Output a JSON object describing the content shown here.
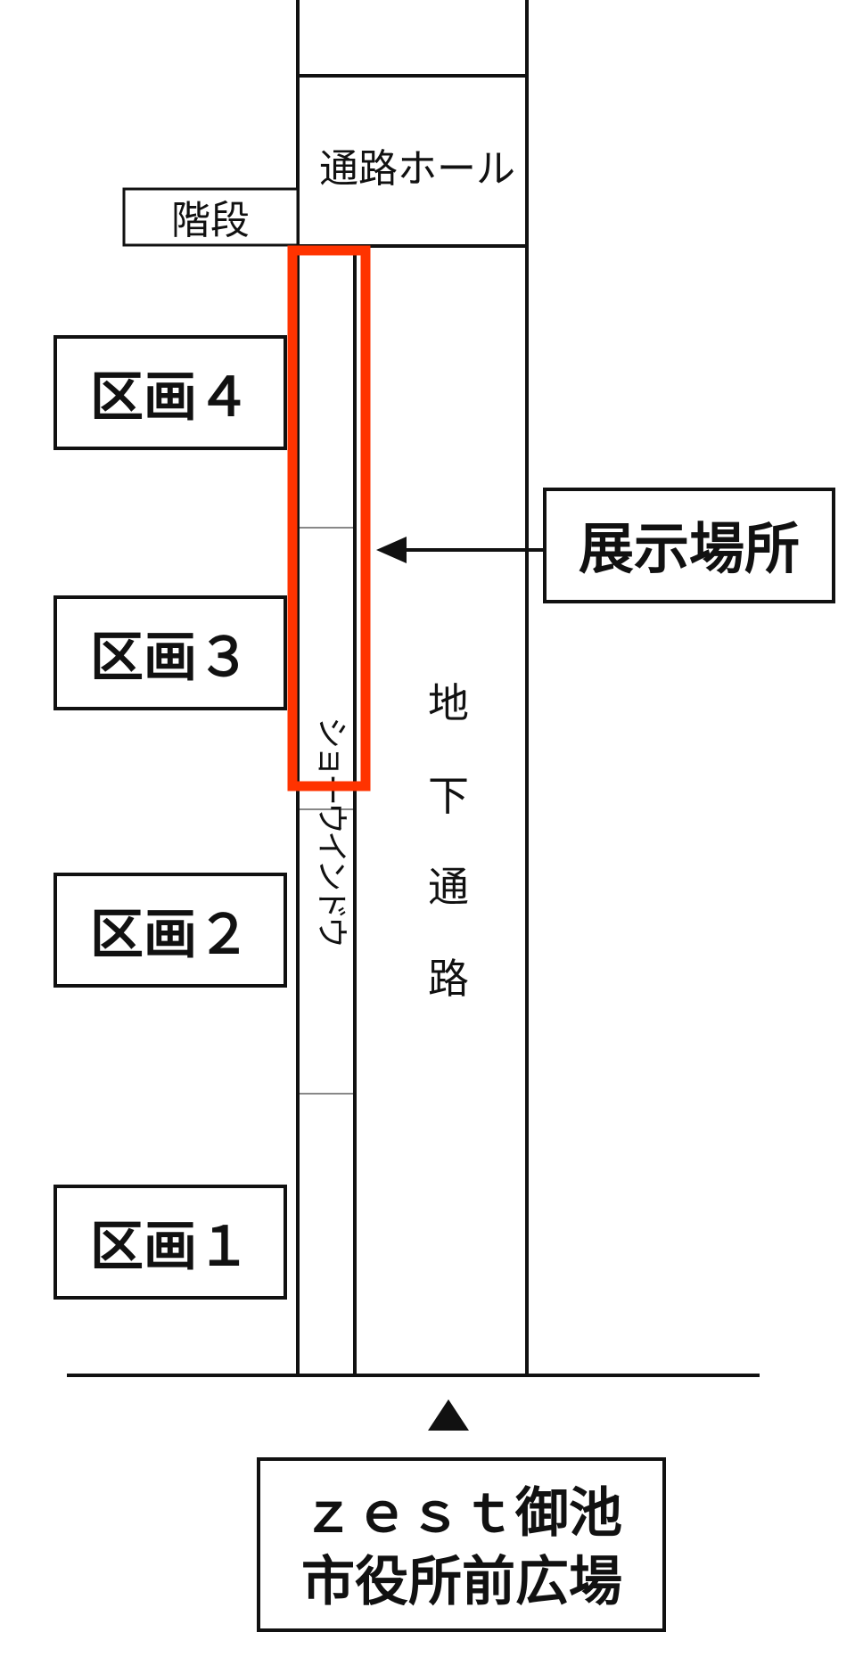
{
  "labels": {
    "hall": "通路ホール",
    "stairs": "階段",
    "exhibit": "展示場所",
    "underpass": [
      "地",
      "下",
      "通",
      "路"
    ],
    "showwindow": [
      "シ",
      "ョ",
      "ー",
      "ウ",
      "イ",
      "ン",
      "ド",
      "ウ"
    ],
    "plaza_line1": "ｚｅｓｔ御池",
    "plaza_line2": "市役所前広場"
  },
  "sections": [
    {
      "label": "区画４"
    },
    {
      "label": "区画３"
    },
    {
      "label": "区画２"
    },
    {
      "label": "区画１"
    }
  ],
  "colors": {
    "line": "#111111",
    "highlight": "#ff3300",
    "background": "#ffffff"
  },
  "icons": {
    "exhibit_arrow": "arrow-left-icon",
    "entrance_marker": "triangle-up-icon"
  }
}
